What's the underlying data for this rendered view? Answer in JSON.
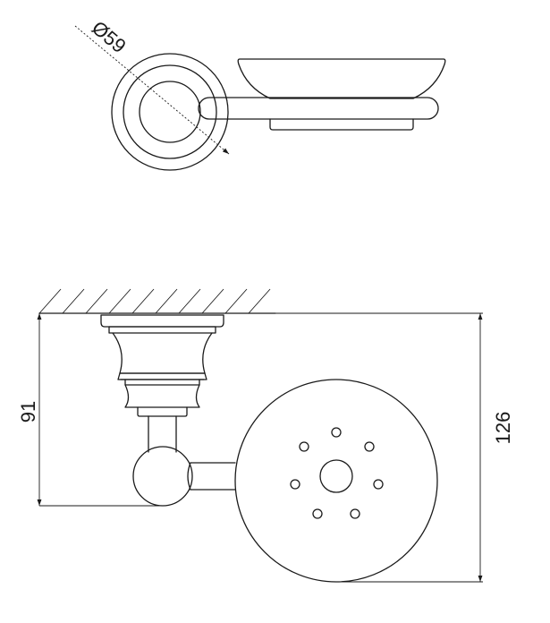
{
  "dimensions": {
    "diameter": "Ø59",
    "mount_height": "91",
    "total_height": "126"
  },
  "colors": {
    "line": "#1a1a1a",
    "background": "#ffffff"
  }
}
